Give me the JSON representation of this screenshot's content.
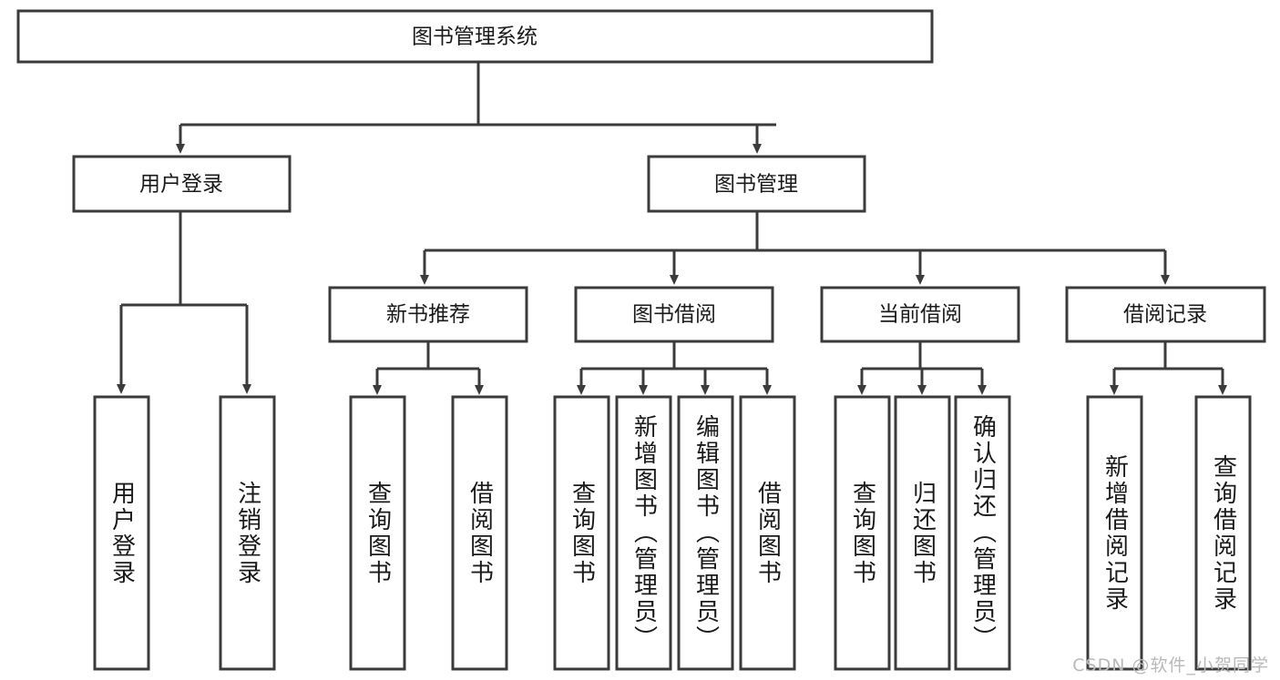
{
  "diagram": {
    "type": "tree",
    "title": "图书管理系统",
    "watermark": "CSDN @软件_小贺同学",
    "colors": {
      "box_stroke": "#3b3b3b",
      "box_fill": "#ffffff",
      "text": "#1a1a1a",
      "background": "#ffffff",
      "watermark": "#b9b9b9"
    },
    "root": {
      "label": "图书管理系统",
      "level": 0
    },
    "level1": [
      {
        "id": "user-login",
        "label": "用户登录"
      },
      {
        "id": "book-manage",
        "label": "图书管理"
      }
    ],
    "level2": [
      {
        "id": "new-book-recommend",
        "label": "新书推荐",
        "parent": "book-manage"
      },
      {
        "id": "book-borrow",
        "label": "图书借阅",
        "parent": "book-manage"
      },
      {
        "id": "current-borrow",
        "label": "当前借阅",
        "parent": "book-manage"
      },
      {
        "id": "borrow-record",
        "label": "借阅记录",
        "parent": "book-manage"
      }
    ],
    "leaves": {
      "user-login": [
        {
          "id": "leaf-user-login",
          "label": "用户登录"
        },
        {
          "id": "leaf-user-logout",
          "label": "注销登录"
        }
      ],
      "new-book-recommend": [
        {
          "id": "leaf-query-book-1",
          "label": "查询图书"
        },
        {
          "id": "leaf-borrow-book-1",
          "label": "借阅图书"
        }
      ],
      "book-borrow": [
        {
          "id": "leaf-query-book-2",
          "label": "查询图书"
        },
        {
          "id": "leaf-add-book",
          "label": "新增图书（管理员）"
        },
        {
          "id": "leaf-edit-book",
          "label": "编辑图书（管理员）"
        },
        {
          "id": "leaf-borrow-book-2",
          "label": "借阅图书"
        }
      ],
      "current-borrow": [
        {
          "id": "leaf-query-book-3",
          "label": "查询图书"
        },
        {
          "id": "leaf-return-book",
          "label": "归还图书"
        },
        {
          "id": "leaf-confirm-return",
          "label": "确认归还（管理员）"
        }
      ],
      "borrow-record": [
        {
          "id": "leaf-add-record",
          "label": "新增借阅记录"
        },
        {
          "id": "leaf-query-record",
          "label": "查询借阅记录"
        }
      ]
    }
  }
}
